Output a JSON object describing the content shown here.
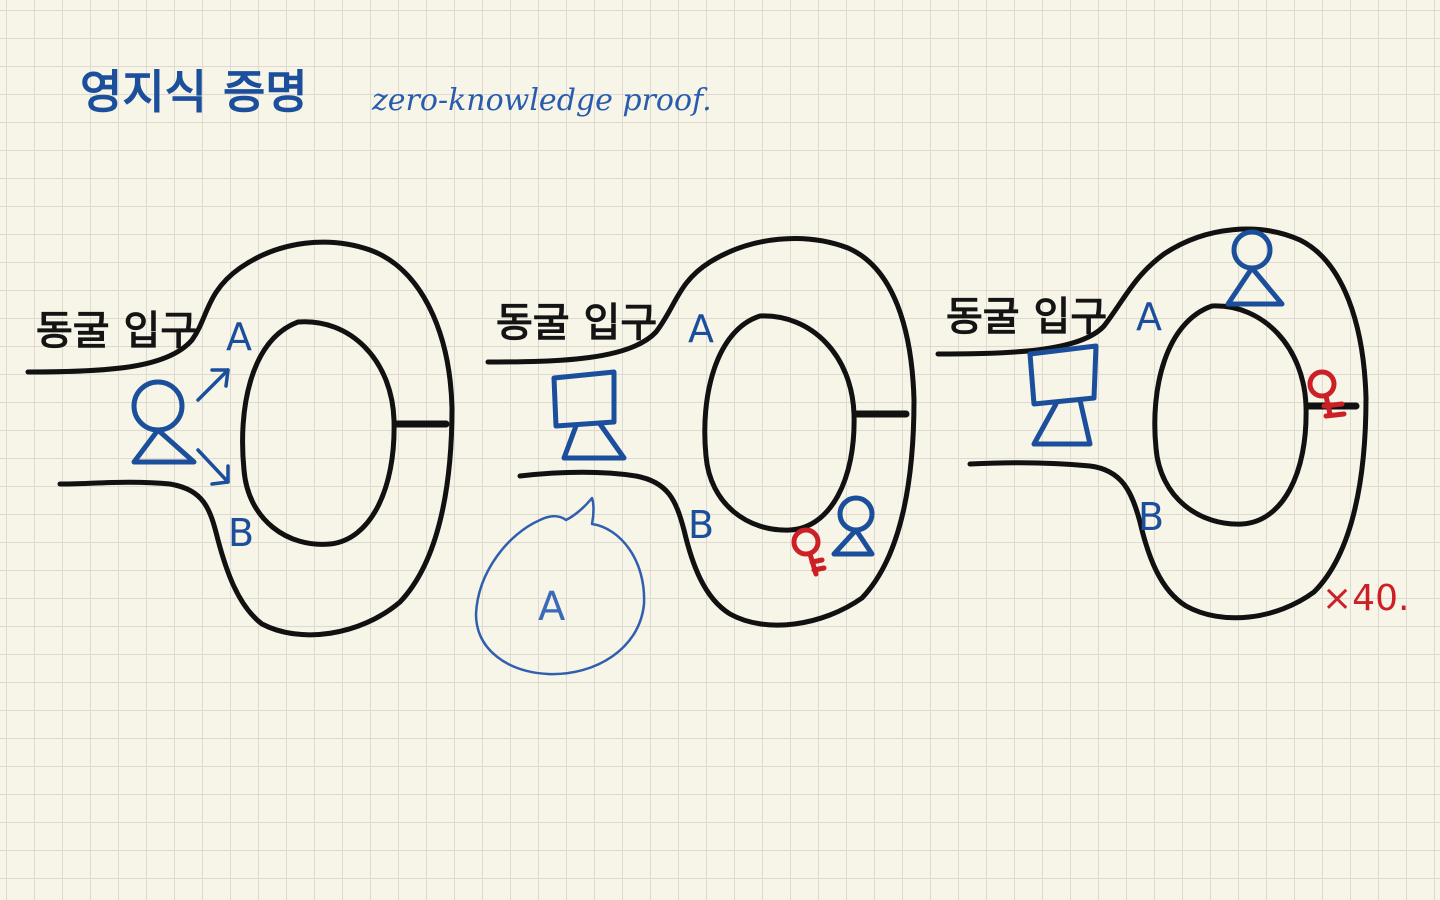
{
  "title": "영지식 증명",
  "subtitle": "zero-knowledge proof.",
  "panels": [
    {
      "entrance_label": "동굴 입구",
      "path_a_label": "A",
      "path_b_label": "B"
    },
    {
      "entrance_label": "동굴 입구",
      "path_a_label": "A",
      "path_b_label": "B",
      "speech_bubble_text": "A"
    },
    {
      "entrance_label": "동굴 입구",
      "path_a_label": "A",
      "path_b_label": "B",
      "repeat_count": "×40."
    }
  ],
  "colors": {
    "paper": "#f7f4e8",
    "grid": "#dedad0",
    "ink_black": "#111111",
    "ink_blue": "#1b4f9c",
    "ink_red": "#cc1f26"
  },
  "icons": {
    "prover": "person-icon",
    "verifier": "camera-person-icon",
    "secret": "key-icon"
  }
}
